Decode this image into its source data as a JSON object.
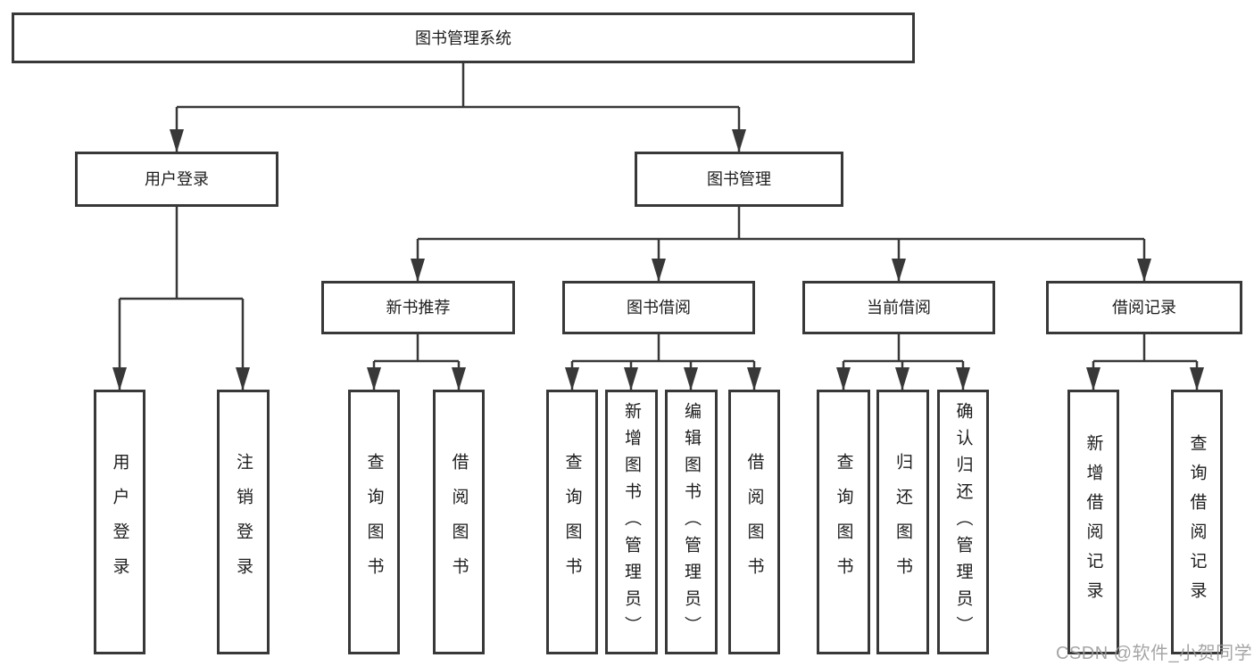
{
  "diagram": {
    "root": {
      "label": "图书管理系统"
    },
    "branches": [
      {
        "label": "用户登录",
        "children": [
          "用户登录",
          "注销登录"
        ]
      },
      {
        "label": "图书管理",
        "children": [
          {
            "label": "新书推荐",
            "children": [
              "查询图书",
              "借阅图书"
            ]
          },
          {
            "label": "图书借阅",
            "children": [
              "查询图书",
              "新增图书（管理员）",
              "编辑图书（管理员）",
              "借阅图书"
            ]
          },
          {
            "label": "当前借阅",
            "children": [
              "查询图书",
              "归还图书",
              "确认归还（管理员）"
            ]
          },
          {
            "label": "借阅记录",
            "children": [
              "新增借阅记录",
              "查询借阅记录"
            ]
          }
        ]
      }
    ]
  },
  "watermark": {
    "text": "CSDN @软件_小贺同学"
  },
  "colors": {
    "line": "#383838",
    "box_border": "#383838",
    "text": "#1d1d1d",
    "watermark": "#9c9c9c",
    "background": "#ffffff"
  }
}
